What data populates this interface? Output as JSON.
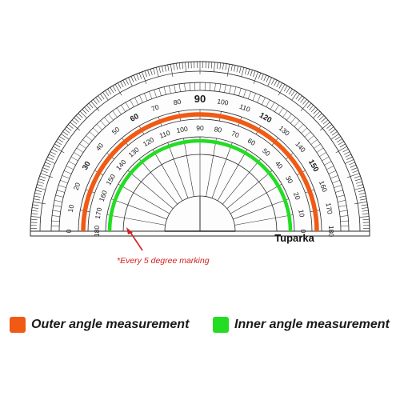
{
  "brand": "Tuparka",
  "annotation": {
    "text": "*Every 5 degree marking",
    "color": "#d42020"
  },
  "outer_scale_labels": [
    0,
    10,
    20,
    30,
    40,
    50,
    60,
    70,
    80,
    90,
    100,
    110,
    120,
    130,
    140,
    150,
    160,
    170,
    180
  ],
  "outer_scale_bold": [
    30,
    60,
    90,
    120,
    150
  ],
  "inner_scale_labels": [
    180,
    170,
    160,
    150,
    140,
    130,
    120,
    110,
    100,
    90,
    80,
    70,
    60,
    50,
    40,
    30,
    20,
    10,
    0
  ],
  "legend": {
    "outer": {
      "label": "Outer angle measurement",
      "color": "#f05a14"
    },
    "inner": {
      "label": "Inner angle measurement",
      "color": "#22dd22"
    }
  },
  "colors": {
    "outer_arc": "#f05a14",
    "inner_arc": "#22dd22",
    "scale_line": "#2a2a2a",
    "text": "#1a1a1a"
  }
}
